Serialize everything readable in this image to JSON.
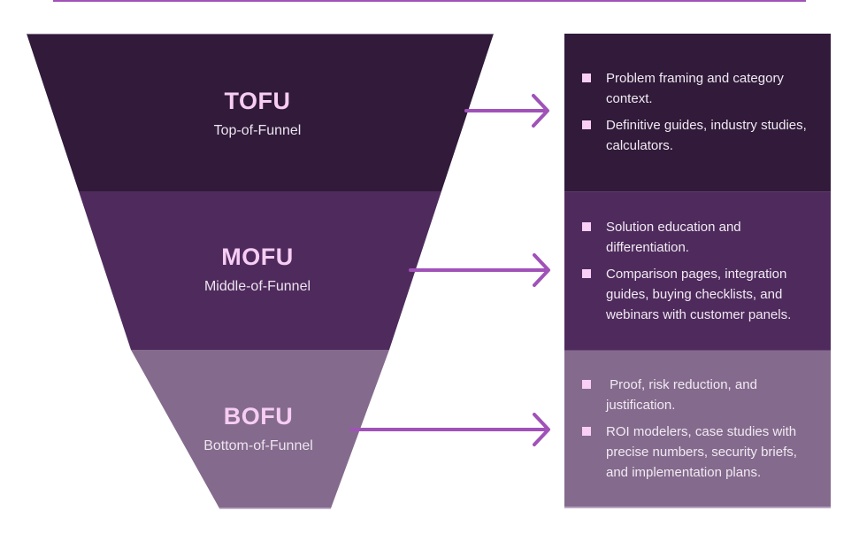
{
  "colors": {
    "accent": "#a052b8",
    "tofu": "#311a3a",
    "mofu": "#4f2b5d",
    "bofu": "#846a8d",
    "stage_label": "#f7cdf3",
    "bullet": "#f9cff5",
    "text": "#f1eaf2"
  },
  "stages": [
    {
      "abbr": "TOFU",
      "name": "Top-of-Funnel",
      "bullets": [
        "Problem framing and category context.",
        "Definitive guides, industry studies, calculators."
      ]
    },
    {
      "abbr": "MOFU",
      "name": "Middle-of-Funnel",
      "bullets": [
        "Solution education and differentiation.",
        "Comparison pages, integration guides, buying checklists, and webinars with customer panels."
      ]
    },
    {
      "abbr": "BOFU",
      "name": "Bottom-of-Funnel",
      "bullets": [
        " Proof, risk reduction, and justification.",
        "ROI modelers, case studies with precise numbers, security briefs, and implementation plans."
      ]
    }
  ],
  "icons": {
    "arrow": "arrow-right-icon",
    "bullet": "square-bullet-icon"
  }
}
